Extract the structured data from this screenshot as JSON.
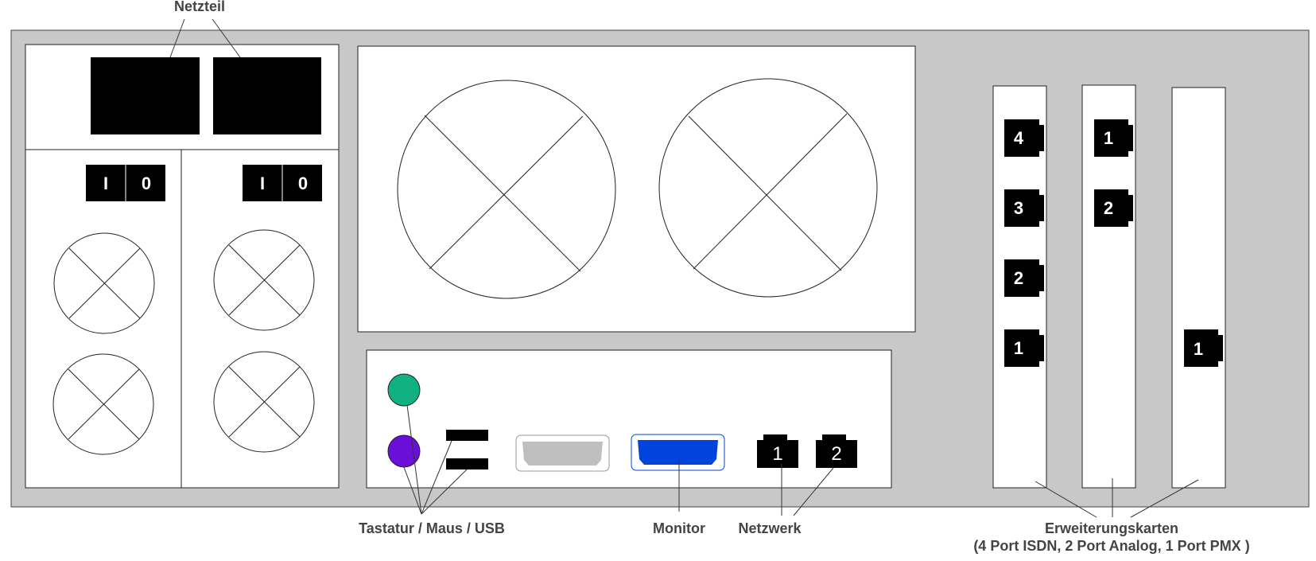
{
  "labels": {
    "power_supply": "Netzteil",
    "keyboard_mouse_usb": "Tastatur / Maus / USB",
    "monitor": "Monitor",
    "network": "Netzwerk",
    "expansion_cards": "Erweiterungskarten",
    "expansion_cards_detail": "(4 Port ISDN, 2 Port Analog, 1 Port PMX )"
  },
  "power_switches": [
    {
      "on": "I",
      "off": "0"
    },
    {
      "on": "I",
      "off": "0"
    }
  ],
  "network_ports": [
    "1",
    "2"
  ],
  "expansion_cards": [
    {
      "ports": [
        "4",
        "3",
        "2",
        "1"
      ]
    },
    {
      "ports": [
        "1",
        "2"
      ]
    },
    {
      "ports": [
        "1"
      ]
    }
  ],
  "colors": {
    "chassis": "#c8c8c8",
    "keyboard_port": "#10b082",
    "mouse_port": "#6a0fd8",
    "vga_port": "#0044dd",
    "serial_port": "#bfbfbf"
  }
}
